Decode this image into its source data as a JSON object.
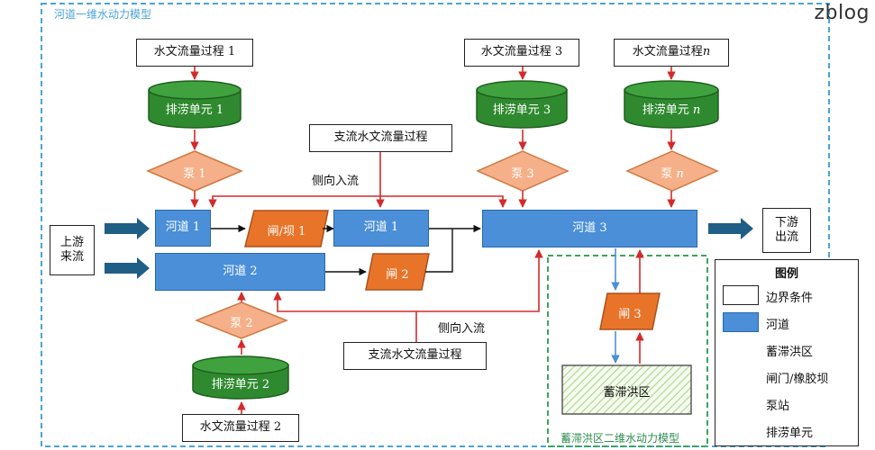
{
  "frames": {
    "river_model_title": "河道一维水动力模型",
    "storage_model_title": "蓄滞洪区二维水动力模型"
  },
  "watermark": "zblog",
  "boundaries": {
    "hydro1": "水文流量过程 1",
    "hydro2": "水文流量过程 2",
    "hydro3": "水文流量过程 3",
    "hydron": "水文流量过程 ",
    "n": "n",
    "tributary_top": "支流水文流量过程",
    "tributary_bottom": "支流水文流量过程",
    "upstream_line1": "上游",
    "upstream_line2": "来流",
    "downstream_line1": "下游",
    "downstream_line2": "出流"
  },
  "drainage_units": {
    "u1": "排涝单元 1",
    "u2": "排涝单元 2",
    "u3": "排涝单元 3",
    "un": "排涝单元 ",
    "n": "n"
  },
  "pumps": {
    "p1": "泵 1",
    "p2": "泵 2",
    "p3": "泵 3",
    "pn": "泵 ",
    "n": "n"
  },
  "channels": {
    "c1a": "河道 1",
    "c1b": "河道 1",
    "c2": "河道 2",
    "c3": "河道 3"
  },
  "gates": {
    "g1": "闸/坝 1",
    "g2": "闸 2",
    "g3": "闸 3"
  },
  "storage_area": "蓄滞洪区",
  "labels": {
    "lateral_top": "侧向入流",
    "lateral_bottom": "侧向入流"
  },
  "legend": {
    "title": "图例",
    "boundary": "边界条件",
    "channel": "河道",
    "storage": "蓄滞洪区",
    "gate": "闸门/橡胶坝",
    "pump": "泵站",
    "drainage": "排涝单元"
  },
  "colors": {
    "channel": "#4a8fd8",
    "gate": "#e8742a",
    "pump": "#f5b089",
    "drainage": "#2f8a2f",
    "arrow_red": "#d42a2a",
    "arrow_blue": "#4a8fd8",
    "flow_arrow": "#1f5f86",
    "frame_blue": "#4aa3d6",
    "frame_green": "#3aa55a"
  }
}
